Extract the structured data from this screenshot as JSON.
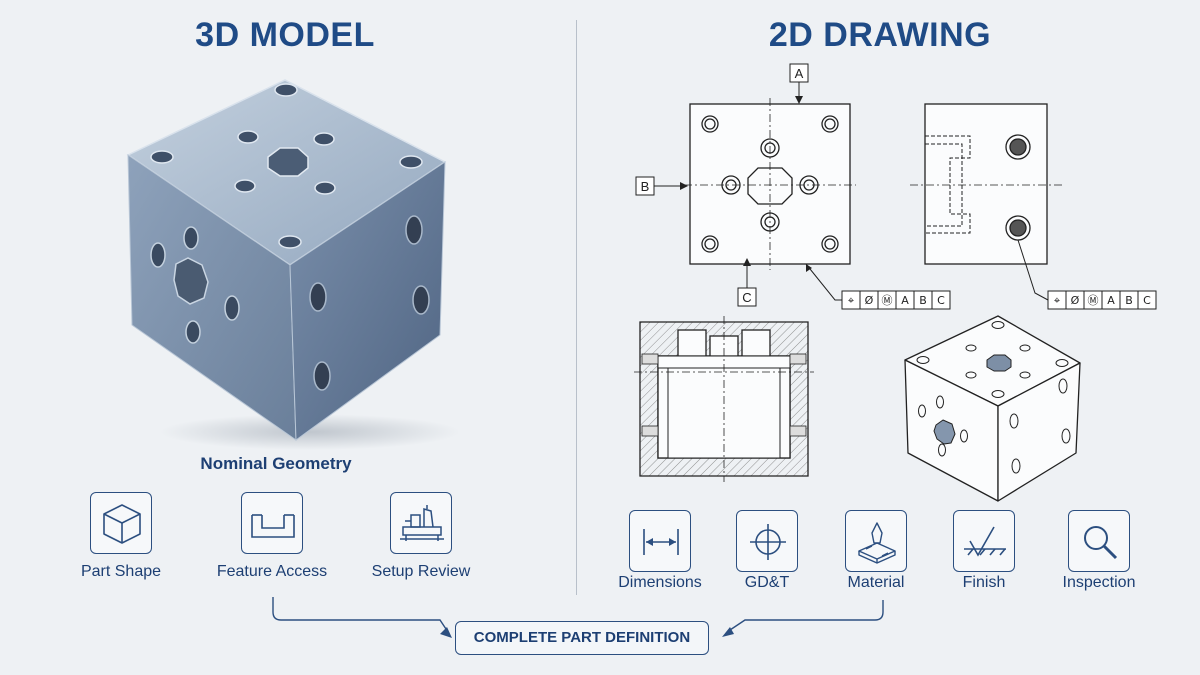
{
  "titles": {
    "left": "3D MODEL",
    "right": "2D DRAWING"
  },
  "model_caption": "Nominal Geometry",
  "left_icons": [
    {
      "label": "Part Shape",
      "icon": "cube-icon"
    },
    {
      "label": "Feature Access",
      "icon": "channel-icon"
    },
    {
      "label": "Setup Review",
      "icon": "fixture-icon"
    }
  ],
  "right_icons": [
    {
      "label": "Dimensions",
      "icon": "dimension-icon"
    },
    {
      "label": "GD&T",
      "icon": "crosshair-icon"
    },
    {
      "label": "Material",
      "icon": "material-icon"
    },
    {
      "label": "Finish",
      "icon": "surface-finish-icon"
    },
    {
      "label": "Inspection",
      "icon": "magnifier-icon"
    }
  ],
  "datums": {
    "a": "A",
    "b": "B",
    "c": "C"
  },
  "fcf_1": {
    "position": "⌖",
    "diameter": "Ø",
    "modifier": "Ⓜ",
    "d1": "A",
    "d2": "B",
    "d3": "C"
  },
  "fcf_2": {
    "position": "⌖",
    "diameter": "Ø",
    "modifier": "Ⓜ",
    "d1": "A",
    "d2": "B",
    "d3": "C"
  },
  "bottom_box": "COMPLETE PART DEFINITION",
  "colors": {
    "title": "#1f4b86",
    "steel_top": "#a9b9cc",
    "steel_left": "#7f93ad",
    "steel_right": "#6a7f9b",
    "line": "#2c4f80",
    "background": "#eef1f4"
  }
}
